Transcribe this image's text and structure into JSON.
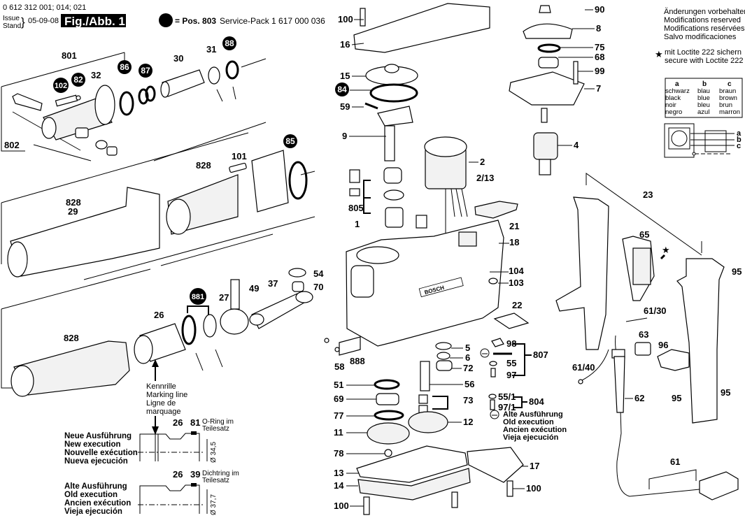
{
  "header": {
    "part_numbers": "0 612 312 001; 014; 021",
    "issue_label": "Issue",
    "stand_label": "Stand",
    "issue_date": "05-09-08",
    "figure_label": "Fig./Abb. 1",
    "service_pack_pos": "= Pos. 803",
    "service_pack_text": "Service-Pack 1 617 000 036"
  },
  "notes": {
    "modifications": [
      "Änderungen vorbehalten",
      "Modifications reserved",
      "Modifications resérvées",
      "Salvo modificaciones"
    ],
    "loctite_symbol": "★",
    "loctite": [
      "mit Loctite 222 sichern",
      "secure with Loctite 222"
    ]
  },
  "wire_color_table": {
    "headers": [
      "a",
      "b",
      "c"
    ],
    "rows": [
      [
        "schwarz",
        "blau",
        "braun"
      ],
      [
        "black",
        "blue",
        "brown"
      ],
      [
        "noir",
        "bleu",
        "brun"
      ],
      [
        "negro",
        "azul",
        "marron"
      ]
    ],
    "terminal_labels": [
      "a",
      "b",
      "c"
    ]
  },
  "marking_line_note": [
    "Kennrille",
    "Marking line",
    "Ligne de",
    "marquage"
  ],
  "new_execution": {
    "title": [
      "Neue Ausführung",
      "New execution",
      "Nouvelle exécution",
      "Nueva ejecución"
    ],
    "part_a": "26",
    "part_b": "81",
    "note": [
      "O-Ring im",
      "Teilesatz"
    ],
    "diameter": "Ø 34,5"
  },
  "old_execution": {
    "title": [
      "Alte Ausführung",
      "Old execution",
      "Ancien exécution",
      "Vieja ejecución"
    ],
    "part_a": "26",
    "part_b": "39",
    "note": [
      "Dichtring im",
      "Teilesatz"
    ],
    "diameter": "Ø 37,7"
  },
  "ground_note": [
    "Alte Ausführung",
    "Old execution",
    "Ancien exécution",
    "Vieja ejecución"
  ],
  "service_pack_circled": [
    "88",
    "86",
    "87",
    "102",
    "82",
    "85",
    "881",
    "84"
  ],
  "part_labels": {
    "p801": "801",
    "p802": "802",
    "p32": "32",
    "p30": "30",
    "p31": "31",
    "p101": "101",
    "p828a": "828",
    "p828b": "828",
    "p29": "29",
    "p828c": "828",
    "p26": "26",
    "p27": "27",
    "p49": "49",
    "p37": "37",
    "p54": "54",
    "p70": "70",
    "p100a": "100",
    "p16": "16",
    "p15": "15",
    "p59": "59",
    "p9": "9",
    "p805": "805",
    "p1": "1",
    "p2": "2",
    "p213": "2/13",
    "p21": "21",
    "p18": "18",
    "p104": "104",
    "p103": "103",
    "p22": "22",
    "p58": "58",
    "p888": "888",
    "p5": "5",
    "p6": "6",
    "p72": "72",
    "p51": "51",
    "p56": "56",
    "p69": "69",
    "p73": "73",
    "p77": "77",
    "p11": "11",
    "p12": "12",
    "p78": "78",
    "p13": "13",
    "p14": "14",
    "p100b": "100",
    "p17": "17",
    "p100c": "100",
    "p98": "98",
    "p807": "807",
    "p55": "55",
    "p97": "97",
    "p551": "55/1",
    "p971": "97/1",
    "p804": "804",
    "p90": "90",
    "p8": "8",
    "p75": "75",
    "p68": "68",
    "p99": "99",
    "p7": "7",
    "p4": "4",
    "p23": "23",
    "p65": "65",
    "p95a": "95",
    "p6130": "61/30",
    "p63": "63",
    "p96": "96",
    "p6140": "61/40",
    "p62": "62",
    "p95b": "95",
    "p95c": "95",
    "p61": "61"
  },
  "brand_plate": "BOSCH"
}
